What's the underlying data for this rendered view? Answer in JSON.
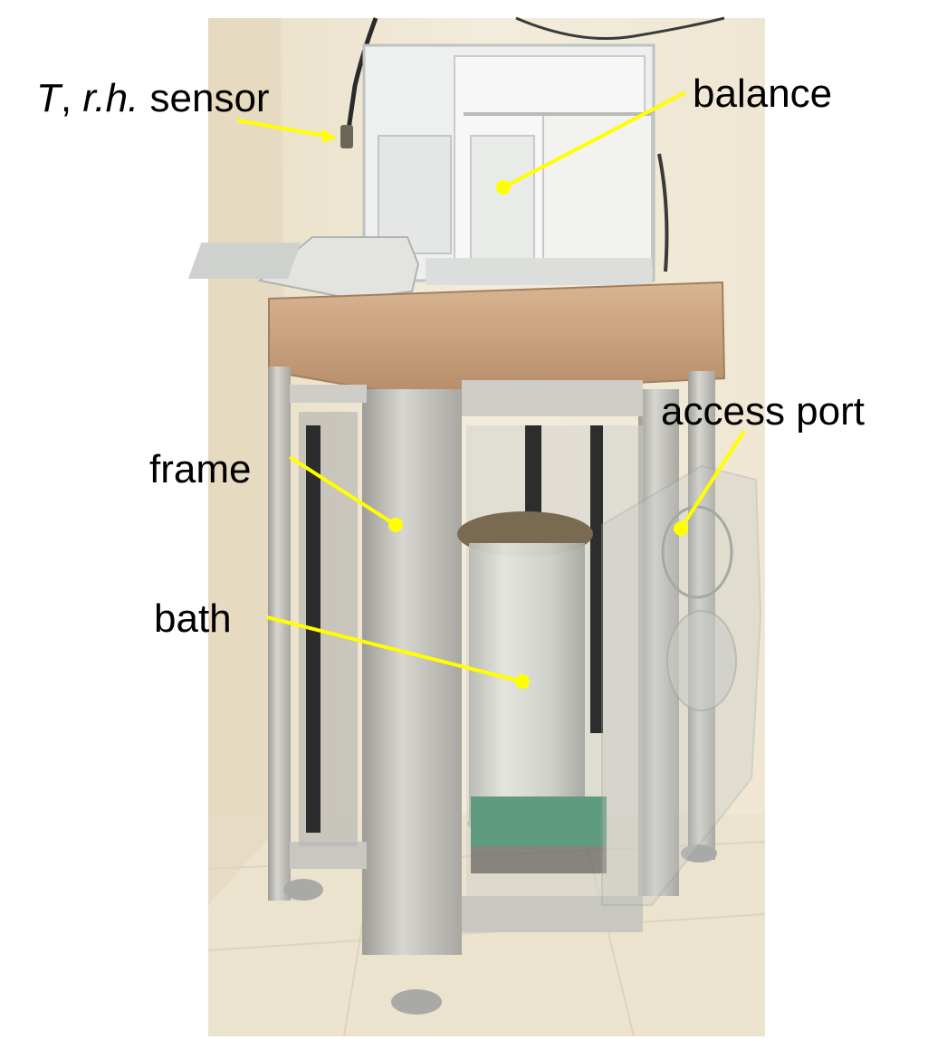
{
  "labels": {
    "sensor": {
      "t": "T",
      "comma": ", ",
      "rh": "r.h.",
      "rest": " sensor"
    },
    "balance": "balance",
    "access_port": "access port",
    "frame": "frame",
    "bath": "bath"
  },
  "colors": {
    "annotation": "#ffff00",
    "wall": "#f1e9d6",
    "floor": "#efe6d2",
    "aluminum": "#c9c7c2",
    "stone": "#c9a27e",
    "glass": "#d9dbd8",
    "text": "#000000"
  }
}
